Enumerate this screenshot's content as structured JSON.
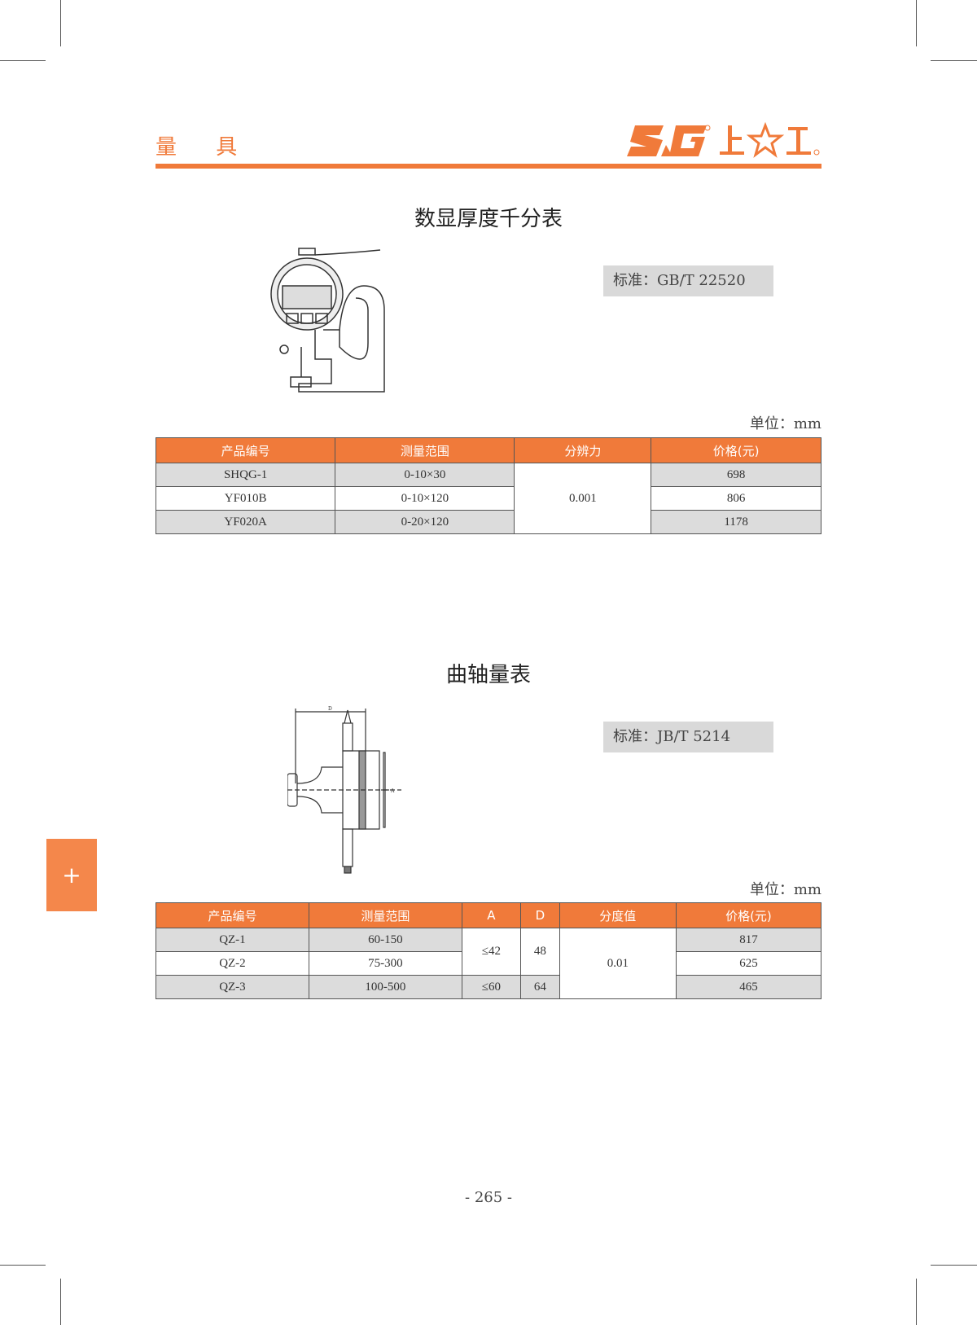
{
  "header": {
    "section": "量 具",
    "logo_text": "SG 上☆工",
    "brand_color": "#f07a3a"
  },
  "products": [
    {
      "title": "数显厚度千分表",
      "standard": "标准：GB/T 22520",
      "unit": "单位：mm",
      "columns": [
        "产品编号",
        "测量范围",
        "分辨力",
        "价格(元)"
      ],
      "rows": [
        [
          "SHQG-1",
          "0-10×30",
          "698"
        ],
        [
          "YF010B",
          "0-10×120",
          "806"
        ],
        [
          "YF020A",
          "0-20×120",
          "1178"
        ]
      ],
      "shared_resolution": "0.001"
    },
    {
      "title": "曲轴量表",
      "standard": "标准：JB/T 5214",
      "unit": "单位：mm",
      "columns": [
        "产品编号",
        "测量范围",
        "A",
        "D",
        "分度值",
        "价格(元)"
      ],
      "rows": [
        [
          "QZ-1",
          "60-150",
          "817"
        ],
        [
          "QZ-2",
          "75-300",
          "625"
        ],
        [
          "QZ-3",
          "100-500",
          "465"
        ]
      ],
      "A_values": [
        "≤42",
        "≤60"
      ],
      "D_values": [
        "48",
        "64"
      ],
      "shared_division": "0.01",
      "diagram_labels": {
        "D": "D",
        "A": "A"
      }
    }
  ],
  "side_tab": "+",
  "page_number": "- 265 -"
}
